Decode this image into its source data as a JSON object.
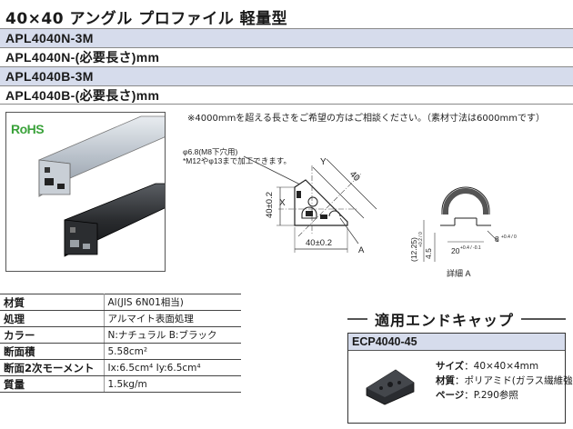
{
  "title": "40×40  アングル  プロファイル  軽量型",
  "codes": [
    "APL4040N-3M",
    "APL4040N-(必要長さ)mm",
    "APL4040B-3M",
    "APL4040B-(必要長さ)mm"
  ],
  "note": "※4000mmを超える長さをご希望の方はご相談ください。（素材寸法は6000mmです）",
  "rohs": "RoHS",
  "drawing": {
    "hole_note_1": "φ6.8(M8下穴用)",
    "hole_note_2": "*M12やφ13まで加工できます。",
    "label_y": "Y",
    "label_x": "X",
    "dim_40_diag": "40",
    "dim_height": "40±0.2",
    "dim_width": "40±0.2",
    "detail_mark": "A",
    "dim_1225": "(12.25)",
    "dim_45": "4.5",
    "dim_45_tol": "+0.2 / 0",
    "dim_20": "20",
    "dim_20_tol": "+0.4 / -0.1",
    "dim_8": "8",
    "dim_8_tol": "+0.4 / 0",
    "detail_label": "詳細 A"
  },
  "specs": [
    {
      "label": "材質",
      "value": "Al(JIS 6N01相当)"
    },
    {
      "label": "処理",
      "value": "アルマイト表面処理"
    },
    {
      "label": "カラー",
      "value": "N:ナチュラル  B:ブラック"
    },
    {
      "label": "断面積",
      "value": "5.58cm²"
    },
    {
      "label": "断面2次モーメント",
      "value": "Ix:6.5cm⁴    Iy:6.5cm⁴"
    },
    {
      "label": "質量",
      "value": "1.5kg/m"
    }
  ],
  "end_cap": {
    "heading": "適用エンドキャップ",
    "model": "ECP4040-45",
    "size_label": "サイズ",
    "size_value": "：40×40×4mm",
    "material_label": "材質",
    "material_value": "：ポリアミド(ガラス繊維強化)",
    "page_label": "ページ",
    "page_value": "：P.290参照"
  },
  "colors": {
    "header_band": "#d6dcec",
    "rohs_green": "#3aa23a"
  }
}
